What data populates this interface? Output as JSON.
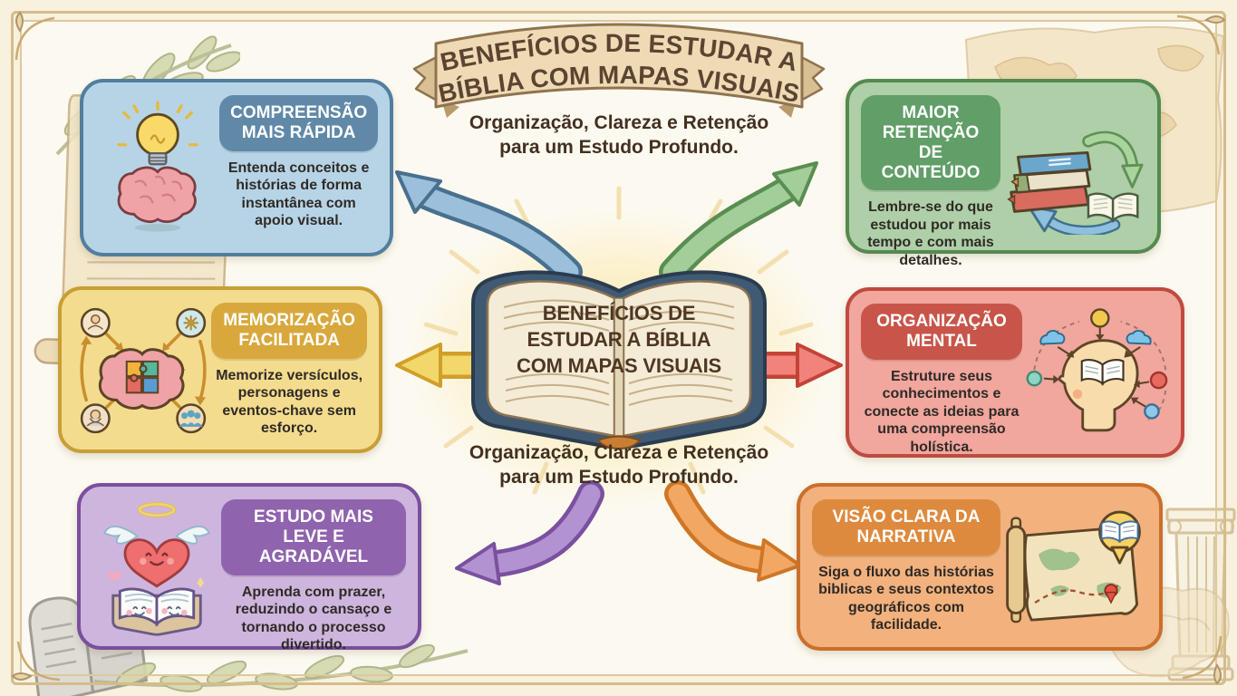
{
  "canvas": {
    "background": "#f8f1de",
    "frame_color": "#d5bc8c"
  },
  "banner": {
    "title_line1": "BENEFÍCIOS DE ESTUDAR A",
    "title_line2": "BÍBLIA COM MAPAS VISUAIS",
    "subtitle_line1": "Organização, Clareza e Retenção",
    "subtitle_line2": "para um Estudo Profundo."
  },
  "center": {
    "book_title_line1": "BENEFÍCIOS DE",
    "book_title_line2": "ESTUDAR A BÍBLIA",
    "book_title_line3": "COM MAPAS VISUAIS",
    "subtitle_line1": "Organização, Clareza e Retenção",
    "subtitle_line2": "para um Estudo Profundo.",
    "book_icon": "open-bible-icon"
  },
  "cards": [
    {
      "id": "compreensao-mais-rapida",
      "title": "COMPREENSÃO MAIS RÁPIDA",
      "body": "Entenda conceitos e histórias de forma instantânea com apoio visual.",
      "icon": "lightbulb-brain-icon",
      "colors": {
        "bg": "#b7d4e6",
        "border": "#527e9e",
        "pill": "#6089a8",
        "arrow": "#9cc0dc",
        "arrow_outline": "#48708f"
      }
    },
    {
      "id": "memorizacao-facilitada",
      "title": "MEMORIZAÇÃO FACILITADA",
      "body": "Memorize versículos, personagens e eventos-chave sem esforço.",
      "icon": "puzzle-brain-memory-icon",
      "colors": {
        "bg": "#f4dc8e",
        "border": "#c89f35",
        "pill": "#d8a83c",
        "arrow": "#f2d76a",
        "arrow_outline": "#d09f2a"
      }
    },
    {
      "id": "estudo-mais-leve",
      "title": "ESTUDO MAIS LEVE E AGRADÁVEL",
      "body": "Aprenda com prazer, reduzindo o cansaço e tornando o processo divertido.",
      "icon": "winged-heart-book-icon",
      "colors": {
        "bg": "#cdb5dd",
        "border": "#7a4f9d",
        "pill": "#8f63ad",
        "arrow": "#b392d1",
        "arrow_outline": "#7a50a0"
      }
    },
    {
      "id": "maior-retencao",
      "title": "MAIOR RETENÇÃO DE CONTEÚDO",
      "body": "Lembre-se do que estudou por mais tempo e com mais detalhes.",
      "icon": "book-stack-retention-icon",
      "colors": {
        "bg": "#aecfa7",
        "border": "#548a50",
        "pill": "#619e68",
        "arrow": "#a3cd99",
        "arrow_outline": "#598e51"
      }
    },
    {
      "id": "organizacao-mental",
      "title": "ORGANIZAÇÃO MENTAL",
      "body": "Estruture seus conhecimentos e conecte as ideias para uma compreensão holística.",
      "icon": "head-mindmap-icon",
      "colors": {
        "bg": "#f1a69e",
        "border": "#bf4a40",
        "pill": "#c85549",
        "arrow": "#f1837b",
        "arrow_outline": "#c24437"
      }
    },
    {
      "id": "visao-clara-narrativa",
      "title": "VISÃO CLARA DA NARRATIVA",
      "body": "Siga o fluxo das histórias biblicas e seus contextos geográficos com facilidade.",
      "icon": "scroll-map-pin-icon",
      "colors": {
        "bg": "#f2b17d",
        "border": "#ca6f2b",
        "pill": "#de8a3e",
        "arrow": "#f2a863",
        "arrow_outline": "#cf7626"
      }
    }
  ],
  "decorations": {
    "top_left": [
      "laurel-branch-icon",
      "torah-scroll-icon"
    ],
    "top_right": [
      "ancient-world-map-icon"
    ],
    "bottom_left": [
      "stone-tablets-icon",
      "olive-branch-icon"
    ],
    "bottom_right": [
      "greek-column-icon",
      "map-fragment-icon"
    ]
  }
}
